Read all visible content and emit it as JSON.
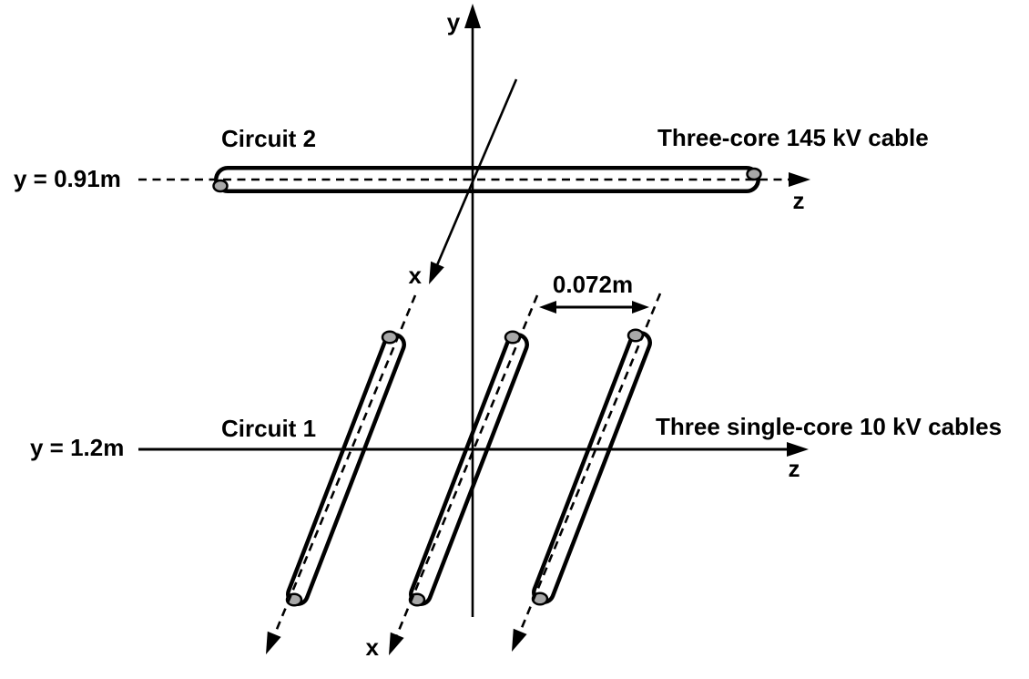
{
  "diagram": {
    "background": "#ffffff",
    "line_color": "#000000",
    "conductor_fill": "#a8a8a8",
    "axes": {
      "y": "y",
      "x_upper": "x",
      "x_lower": "x",
      "z_upper": "z",
      "z_lower": "z"
    },
    "circuit2": {
      "name": "Circuit 2",
      "cable_type": "Three-core 145 kV cable",
      "depth": "y = 0.91m"
    },
    "circuit1": {
      "name": "Circuit 1",
      "cable_type": "Three single-core 10 kV cables",
      "depth": "y = 1.2m",
      "cable_spacing": "0.072m"
    }
  }
}
